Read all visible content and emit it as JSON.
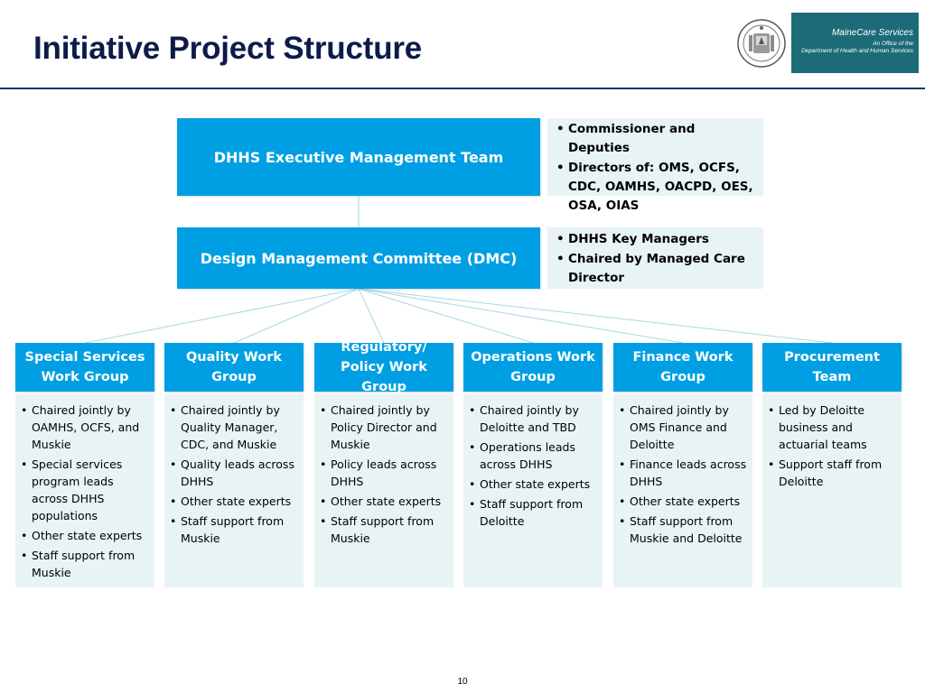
{
  "slide": {
    "title": "Initiative Project Structure",
    "page_number": "10"
  },
  "logo": {
    "name": "MaineCare Services",
    "subtitle_line1": "An Office of the",
    "subtitle_line2": "Department of Health and Human Services"
  },
  "executive": {
    "label": "DHHS Executive Management Team",
    "notes": [
      "Commissioner and Deputies",
      " Directors of:  OMS,  OCFS, CDC, OAMHS,  OACPD, OES, OSA, OIAS"
    ]
  },
  "dmc": {
    "label": "Design Management Committee (DMC)",
    "notes": [
      "DHHS Key Managers",
      "Chaired by Managed Care Director"
    ]
  },
  "work_groups": [
    {
      "title": "Special Services Work Group",
      "bullets": [
        "Chaired jointly by OAMHS, OCFS, and Muskie",
        "Special services program leads across DHHS populations",
        "Other state experts",
        "Staff support from Muskie"
      ]
    },
    {
      "title": "Quality Work Group",
      "bullets": [
        "Chaired jointly by Quality Manager, CDC, and Muskie",
        "Quality leads across DHHS",
        "Other state experts",
        "Staff support from Muskie"
      ]
    },
    {
      "title": "Regulatory/ Policy Work Group",
      "bullets": [
        "Chaired jointly by Policy Director and Muskie",
        "Policy leads across DHHS",
        "Other state experts",
        "Staff support from Muskie"
      ]
    },
    {
      "title": "Operations Work Group",
      "bullets": [
        "Chaired jointly by Deloitte and TBD",
        "Operations leads across DHHS",
        "Other state experts",
        "Staff support from Deloitte"
      ]
    },
    {
      "title": "Finance Work Group",
      "bullets": [
        "Chaired jointly by OMS Finance and Deloitte",
        "Finance leads across DHHS",
        "Other state experts",
        "Staff support from Muskie and Deloitte"
      ]
    },
    {
      "title": "Procurement Team",
      "bullets": [
        "Led by Deloitte business and actuarial teams",
        "Support staff from Deloitte"
      ]
    }
  ],
  "colors": {
    "box_blue": "#009fe3",
    "note_fill": "#e8f3f5",
    "title_navy": "#0c1b4a",
    "logo_teal": "#1d6b78",
    "connector": "#a8d8e3"
  },
  "icons": {
    "seal": "state-seal-icon"
  }
}
